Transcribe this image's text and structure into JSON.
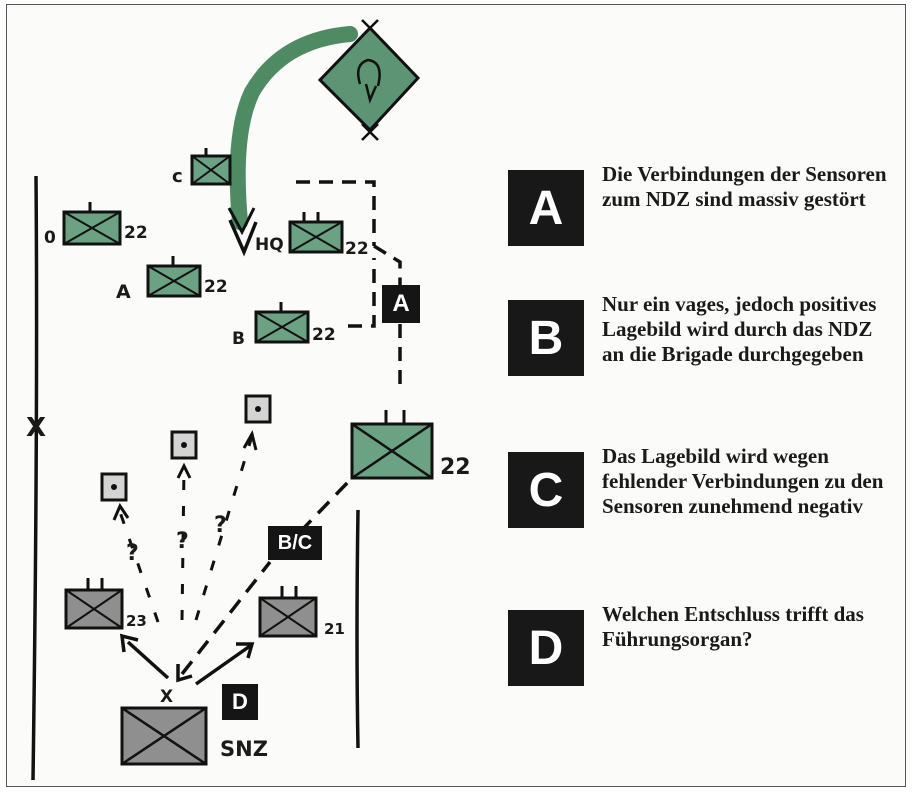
{
  "legend": [
    {
      "key": "A",
      "text": "Die Verbindungen der Sensoren zum NDZ sind massiv gestört"
    },
    {
      "key": "B",
      "text": "Nur ein vages, jedoch positives Lagebild wird durch das NDZ an die Brigade durchgegeben"
    },
    {
      "key": "C",
      "text": "Das Lagebild wird wegen fehlender Verbindungen zu den Sensoren zunehmend negativ"
    },
    {
      "key": "D",
      "text": "Welchen Entschluss trifft das Führungsorgan?"
    }
  ],
  "tags": {
    "a": "A",
    "bc": "B/C",
    "d": "D"
  },
  "units": {
    "hq": "HQ",
    "hq_num": "22",
    "c": "c",
    "u0": "0",
    "u0_num": "22",
    "uA": "A",
    "uA_num": "22",
    "uB": "B",
    "uB_num": "22",
    "right_num": "22",
    "u23": "23",
    "u21": "21",
    "snz": "SNZ",
    "x_left": "X",
    "x_mid": "X",
    "q1": "?",
    "q2": "?",
    "q3": "?"
  },
  "colors": {
    "unit_green": "#6aa283",
    "arrow_green": "#4e8a62",
    "grey_unit": "#8f8f8f",
    "sensor": "#d4d4d4"
  }
}
